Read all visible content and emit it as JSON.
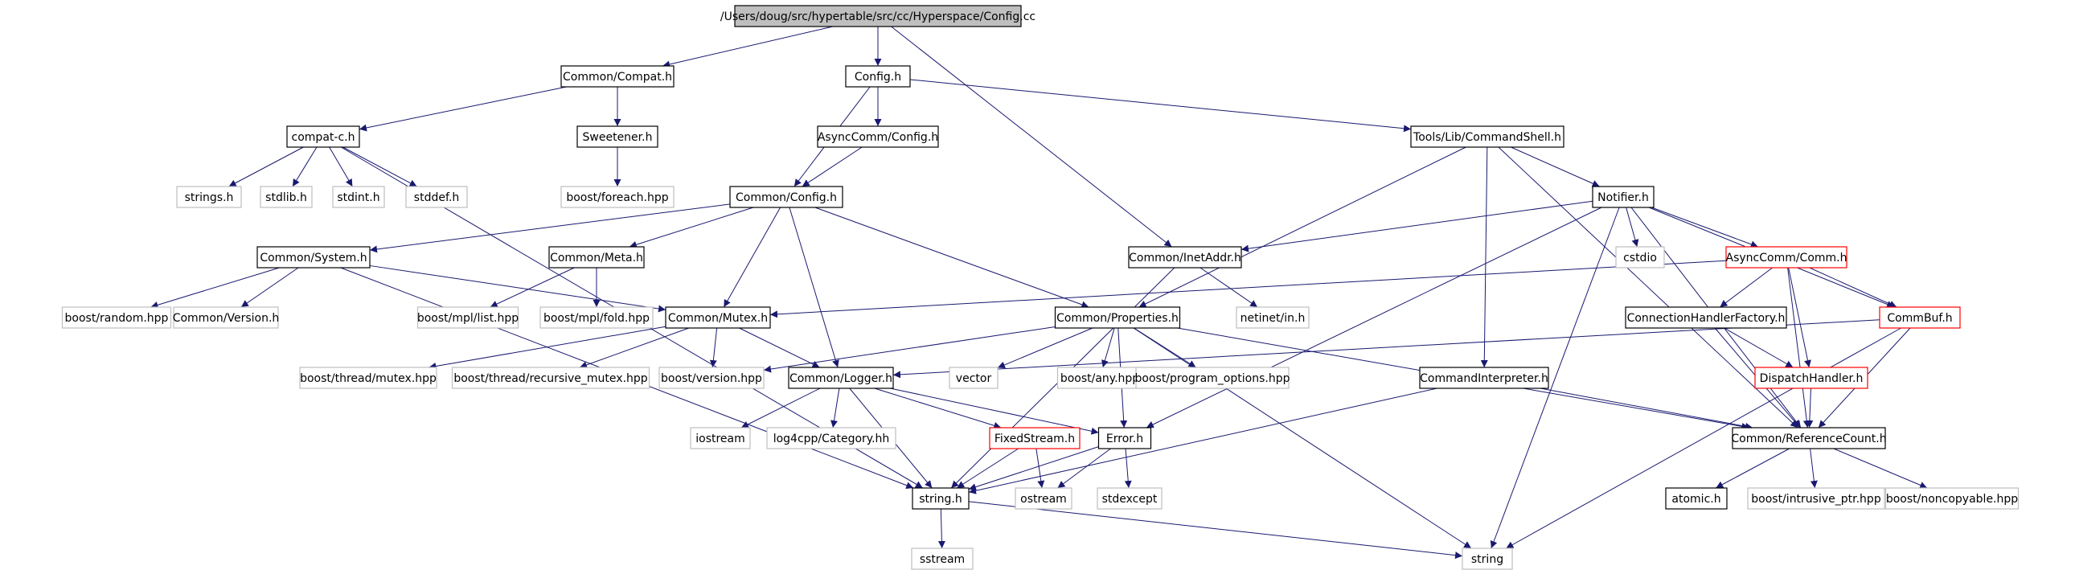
{
  "colors": {
    "edge": "#191970",
    "border_normal": "#000000",
    "border_external": "#bfbfbf",
    "border_truncated": "#ff0000",
    "root_fill": "#bfbfbf",
    "fill": "#ffffff"
  },
  "nodes": [
    {
      "id": "root",
      "label": "/Users/doug/src/hypertable/src/cc/Hyperspace/Config.cc",
      "kind": "root"
    },
    {
      "id": "compat",
      "label": "Common/Compat.h",
      "kind": "normal"
    },
    {
      "id": "config",
      "label": "Config.h",
      "kind": "normal"
    },
    {
      "id": "compatc",
      "label": "compat-c.h",
      "kind": "normal"
    },
    {
      "id": "sweetener",
      "label": "Sweetener.h",
      "kind": "normal"
    },
    {
      "id": "asynccfg",
      "label": "AsyncComm/Config.h",
      "kind": "normal"
    },
    {
      "id": "cmdshell",
      "label": "Tools/Lib/CommandShell.h",
      "kind": "normal"
    },
    {
      "id": "strings",
      "label": "strings.h",
      "kind": "external"
    },
    {
      "id": "stdlib",
      "label": "stdlib.h",
      "kind": "external"
    },
    {
      "id": "stdint",
      "label": "stdint.h",
      "kind": "external"
    },
    {
      "id": "stddef",
      "label": "stddef.h",
      "kind": "external"
    },
    {
      "id": "foreach",
      "label": "boost/foreach.hpp",
      "kind": "external"
    },
    {
      "id": "comconfig",
      "label": "Common/Config.h",
      "kind": "normal"
    },
    {
      "id": "notifier",
      "label": "Notifier.h",
      "kind": "normal"
    },
    {
      "id": "system",
      "label": "Common/System.h",
      "kind": "normal"
    },
    {
      "id": "meta",
      "label": "Common/Meta.h",
      "kind": "normal"
    },
    {
      "id": "inetaddr",
      "label": "Common/InetAddr.h",
      "kind": "normal"
    },
    {
      "id": "cstdio",
      "label": "cstdio",
      "kind": "external"
    },
    {
      "id": "comm",
      "label": "AsyncComm/Comm.h",
      "kind": "truncated"
    },
    {
      "id": "random",
      "label": "boost/random.hpp",
      "kind": "external"
    },
    {
      "id": "version",
      "label": "Common/Version.h",
      "kind": "external"
    },
    {
      "id": "mpllist",
      "label": "boost/mpl/list.hpp",
      "kind": "external"
    },
    {
      "id": "mplfold",
      "label": "boost/mpl/fold.hpp",
      "kind": "external"
    },
    {
      "id": "mutex",
      "label": "Common/Mutex.h",
      "kind": "normal"
    },
    {
      "id": "properties",
      "label": "Common/Properties.h",
      "kind": "normal"
    },
    {
      "id": "netinet",
      "label": "netinet/in.h",
      "kind": "external"
    },
    {
      "id": "chf",
      "label": "ConnectionHandlerFactory.h",
      "kind": "normal"
    },
    {
      "id": "commbuf",
      "label": "CommBuf.h",
      "kind": "truncated"
    },
    {
      "id": "threadmutex",
      "label": "boost/thread/mutex.hpp",
      "kind": "external"
    },
    {
      "id": "recmutex",
      "label": "boost/thread/recursive_mutex.hpp",
      "kind": "external"
    },
    {
      "id": "bversion",
      "label": "boost/version.hpp",
      "kind": "external"
    },
    {
      "id": "logger",
      "label": "Common/Logger.h",
      "kind": "normal"
    },
    {
      "id": "vector",
      "label": "vector",
      "kind": "external"
    },
    {
      "id": "any",
      "label": "boost/any.hpp",
      "kind": "external"
    },
    {
      "id": "progopt",
      "label": "boost/program_options.hpp",
      "kind": "external"
    },
    {
      "id": "cmdinterp",
      "label": "CommandInterpreter.h",
      "kind": "normal"
    },
    {
      "id": "dispatch",
      "label": "DispatchHandler.h",
      "kind": "truncated"
    },
    {
      "id": "iostream",
      "label": "iostream",
      "kind": "external"
    },
    {
      "id": "log4cpp",
      "label": "log4cpp/Category.hh",
      "kind": "external"
    },
    {
      "id": "fixedstream",
      "label": "FixedStream.h",
      "kind": "truncated"
    },
    {
      "id": "error",
      "label": "Error.h",
      "kind": "normal"
    },
    {
      "id": "refcount",
      "label": "Common/ReferenceCount.h",
      "kind": "normal"
    },
    {
      "id": "stringh",
      "label": "string.h",
      "kind": "normal"
    },
    {
      "id": "ostream",
      "label": "ostream",
      "kind": "external"
    },
    {
      "id": "stdexcept",
      "label": "stdexcept",
      "kind": "external"
    },
    {
      "id": "atomic",
      "label": "atomic.h",
      "kind": "normal"
    },
    {
      "id": "intrusive",
      "label": "boost/intrusive_ptr.hpp",
      "kind": "external"
    },
    {
      "id": "noncopyable",
      "label": "boost/noncopyable.hpp",
      "kind": "external"
    },
    {
      "id": "sstream",
      "label": "sstream",
      "kind": "external"
    },
    {
      "id": "string",
      "label": "string",
      "kind": "external"
    }
  ],
  "edges": [
    [
      "root",
      "compat"
    ],
    [
      "root",
      "config"
    ],
    [
      "root",
      "inetaddr"
    ],
    [
      "compat",
      "compatc"
    ],
    [
      "compat",
      "sweetener"
    ],
    [
      "compatc",
      "strings"
    ],
    [
      "compatc",
      "stdlib"
    ],
    [
      "compatc",
      "stdint"
    ],
    [
      "compatc",
      "stddef"
    ],
    [
      "compatc",
      "stringh"
    ],
    [
      "sweetener",
      "foreach"
    ],
    [
      "config",
      "asynccfg"
    ],
    [
      "config",
      "comconfig"
    ],
    [
      "config",
      "cmdshell"
    ],
    [
      "asynccfg",
      "comconfig"
    ],
    [
      "comconfig",
      "system"
    ],
    [
      "comconfig",
      "meta"
    ],
    [
      "comconfig",
      "mutex"
    ],
    [
      "comconfig",
      "logger"
    ],
    [
      "comconfig",
      "properties"
    ],
    [
      "cmdshell",
      "notifier"
    ],
    [
      "cmdshell",
      "properties"
    ],
    [
      "cmdshell",
      "cmdinterp"
    ],
    [
      "cmdshell",
      "refcount"
    ],
    [
      "notifier",
      "inetaddr"
    ],
    [
      "notifier",
      "cstdio"
    ],
    [
      "notifier",
      "comm"
    ],
    [
      "notifier",
      "commbuf"
    ],
    [
      "notifier",
      "error"
    ],
    [
      "notifier",
      "string"
    ],
    [
      "notifier",
      "refcount"
    ],
    [
      "system",
      "random"
    ],
    [
      "system",
      "version"
    ],
    [
      "system",
      "mutex"
    ],
    [
      "system",
      "stringh"
    ],
    [
      "meta",
      "mpllist"
    ],
    [
      "meta",
      "mplfold"
    ],
    [
      "inetaddr",
      "netinet"
    ],
    [
      "inetaddr",
      "stringh"
    ],
    [
      "comm",
      "mutex"
    ],
    [
      "comm",
      "chf"
    ],
    [
      "comm",
      "commbuf"
    ],
    [
      "comm",
      "dispatch"
    ],
    [
      "comm",
      "refcount"
    ],
    [
      "mutex",
      "threadmutex"
    ],
    [
      "mutex",
      "recmutex"
    ],
    [
      "mutex",
      "bversion"
    ],
    [
      "mutex",
      "logger"
    ],
    [
      "properties",
      "bversion"
    ],
    [
      "properties",
      "vector"
    ],
    [
      "properties",
      "any"
    ],
    [
      "properties",
      "progopt"
    ],
    [
      "properties",
      "string"
    ],
    [
      "properties",
      "error"
    ],
    [
      "properties",
      "refcount"
    ],
    [
      "chf",
      "dispatch"
    ],
    [
      "chf",
      "refcount"
    ],
    [
      "commbuf",
      "logger"
    ],
    [
      "commbuf",
      "refcount"
    ],
    [
      "commbuf",
      "string"
    ],
    [
      "logger",
      "iostream"
    ],
    [
      "logger",
      "log4cpp"
    ],
    [
      "logger",
      "fixedstream"
    ],
    [
      "logger",
      "error"
    ],
    [
      "logger",
      "stringh"
    ],
    [
      "cmdinterp",
      "stringh"
    ],
    [
      "cmdinterp",
      "refcount"
    ],
    [
      "dispatch",
      "refcount"
    ],
    [
      "fixedstream",
      "ostream"
    ],
    [
      "fixedstream",
      "stringh"
    ],
    [
      "error",
      "ostream"
    ],
    [
      "error",
      "stdexcept"
    ],
    [
      "error",
      "stringh"
    ],
    [
      "refcount",
      "atomic"
    ],
    [
      "refcount",
      "intrusive"
    ],
    [
      "refcount",
      "noncopyable"
    ],
    [
      "stringh",
      "sstream"
    ],
    [
      "stringh",
      "string"
    ]
  ]
}
